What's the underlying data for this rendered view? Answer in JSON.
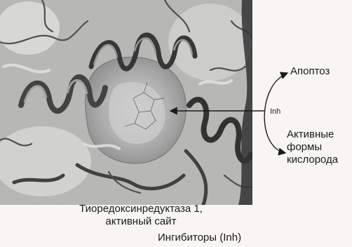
{
  "labels": {
    "apoptosis": "Апоптоз",
    "inh": "Inh",
    "ros_line1": "Активные",
    "ros_line2": "формы",
    "ros_line3": "кислорода",
    "enzyme_line1": "Тиоредоксинредуктаза 1,",
    "enzyme_line2": "активный сайт",
    "inhibitors": "Ингибиторы (Inh)"
  },
  "image": {
    "subject": "protein-structure-ribbon"
  },
  "colors": {
    "ink": "#1a1a1a",
    "helix_dark": "#3a3a3a",
    "helix_mid": "#8a8a8a",
    "surface": "#b9b9b9",
    "background": "#f7f6f4"
  }
}
